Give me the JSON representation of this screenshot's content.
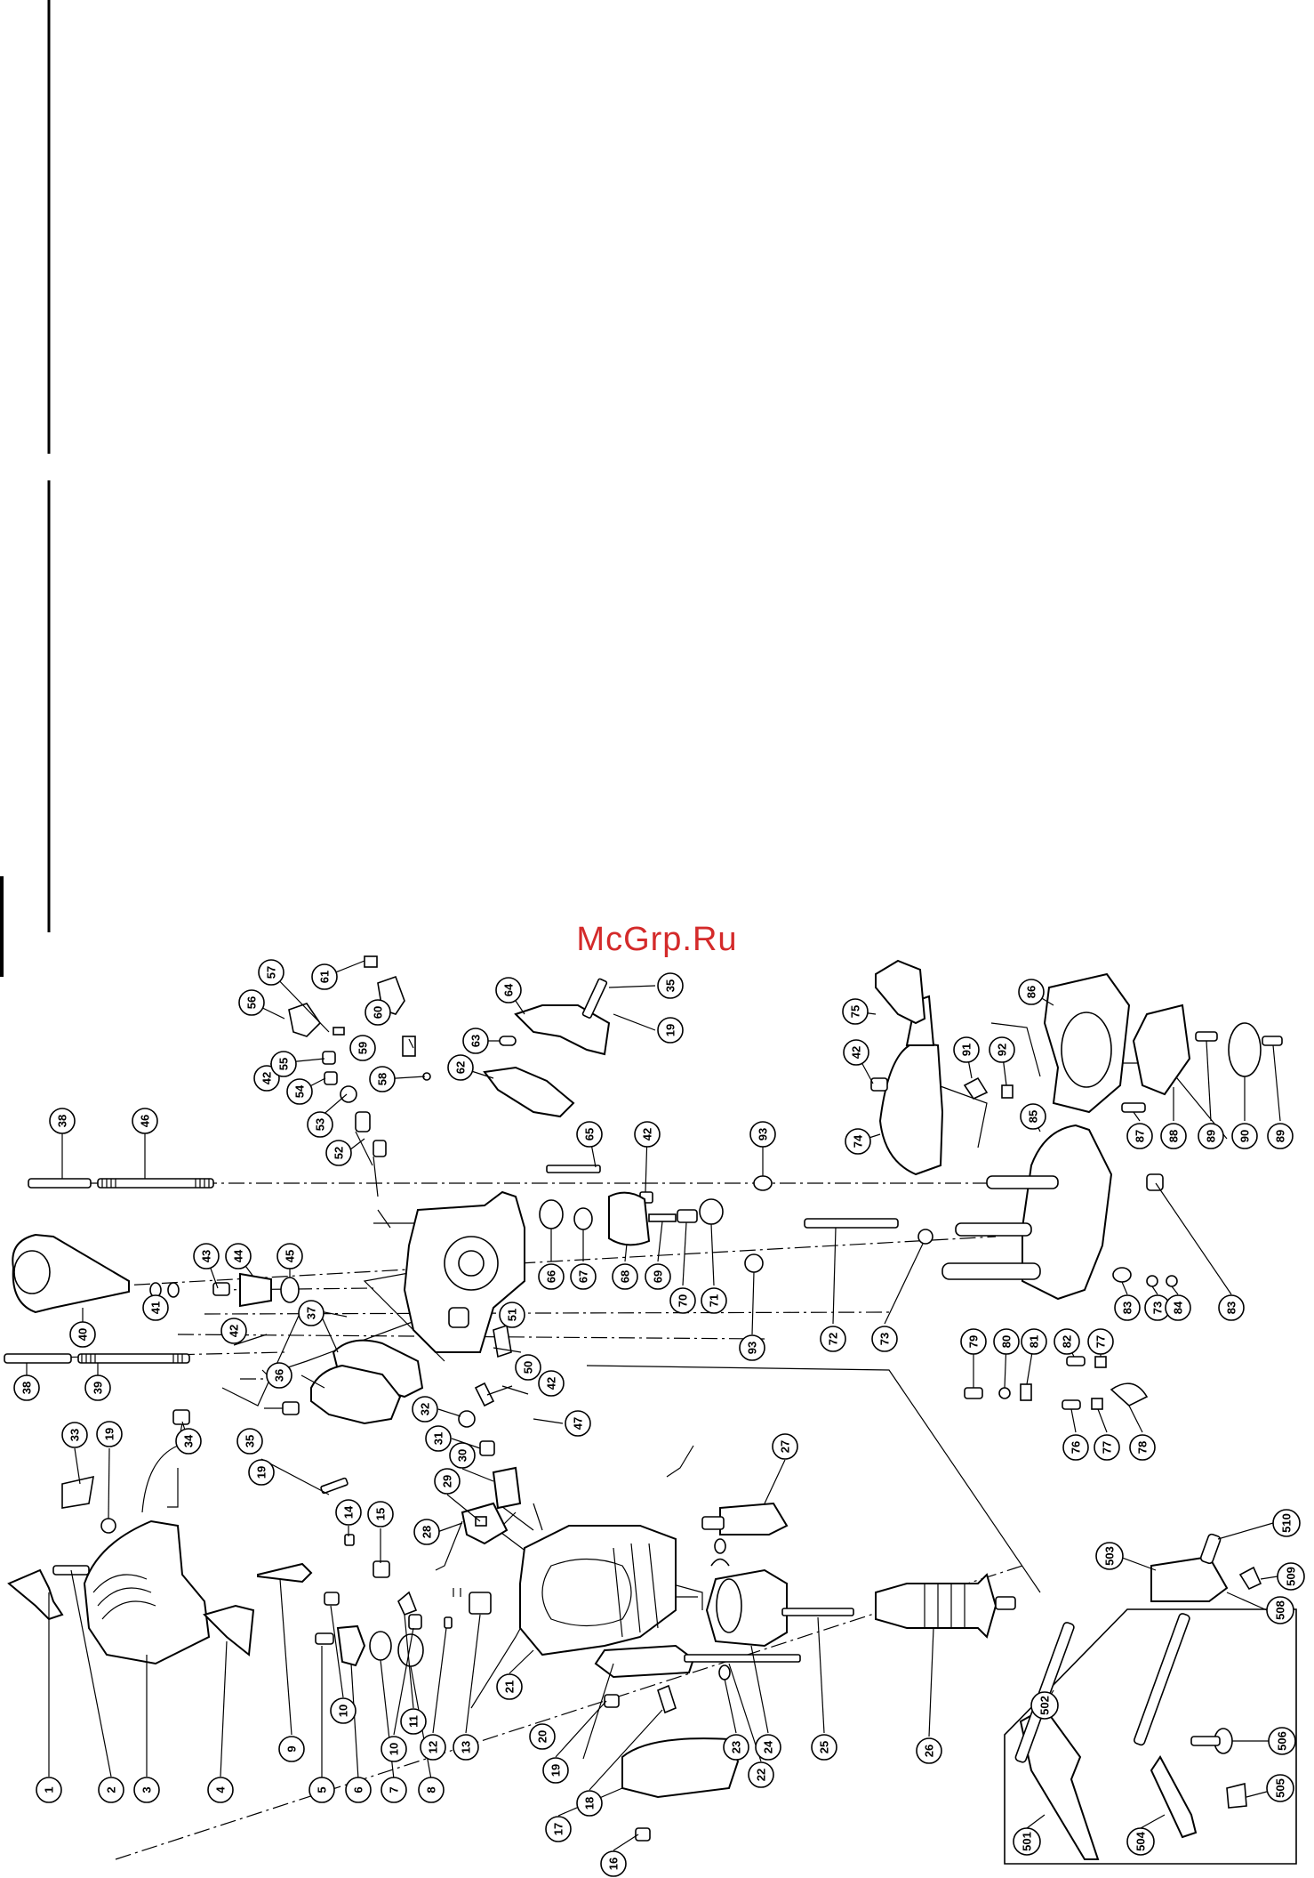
{
  "watermark": "McGrp.Ru",
  "callouts": [
    {
      "id": "1",
      "label": "1"
    },
    {
      "id": "2",
      "label": "2"
    },
    {
      "id": "3",
      "label": "3"
    },
    {
      "id": "4",
      "label": "4"
    },
    {
      "id": "5",
      "label": "5"
    },
    {
      "id": "6",
      "label": "6"
    },
    {
      "id": "7",
      "label": "7"
    },
    {
      "id": "8",
      "label": "8"
    },
    {
      "id": "9",
      "label": "9"
    },
    {
      "id": "10a",
      "label": "10"
    },
    {
      "id": "10b",
      "label": "10"
    },
    {
      "id": "11",
      "label": "11"
    },
    {
      "id": "12",
      "label": "12"
    },
    {
      "id": "13",
      "label": "13"
    },
    {
      "id": "14",
      "label": "14"
    },
    {
      "id": "15",
      "label": "15"
    },
    {
      "id": "16",
      "label": "16"
    },
    {
      "id": "17",
      "label": "17"
    },
    {
      "id": "18",
      "label": "18"
    },
    {
      "id": "19a",
      "label": "19"
    },
    {
      "id": "19b",
      "label": "19"
    },
    {
      "id": "19c",
      "label": "19"
    },
    {
      "id": "19d",
      "label": "19"
    },
    {
      "id": "20",
      "label": "20"
    },
    {
      "id": "21",
      "label": "21"
    },
    {
      "id": "22",
      "label": "22"
    },
    {
      "id": "23",
      "label": "23"
    },
    {
      "id": "24",
      "label": "24"
    },
    {
      "id": "25",
      "label": "25"
    },
    {
      "id": "26",
      "label": "26"
    },
    {
      "id": "27",
      "label": "27"
    },
    {
      "id": "28",
      "label": "28"
    },
    {
      "id": "29",
      "label": "29"
    },
    {
      "id": "30",
      "label": "30"
    },
    {
      "id": "31",
      "label": "31"
    },
    {
      "id": "32",
      "label": "32"
    },
    {
      "id": "33",
      "label": "33"
    },
    {
      "id": "34",
      "label": "34"
    },
    {
      "id": "35a",
      "label": "35"
    },
    {
      "id": "35b",
      "label": "35"
    },
    {
      "id": "36",
      "label": "36"
    },
    {
      "id": "37",
      "label": "37"
    },
    {
      "id": "38a",
      "label": "38"
    },
    {
      "id": "38b",
      "label": "38"
    },
    {
      "id": "39",
      "label": "39"
    },
    {
      "id": "40",
      "label": "40"
    },
    {
      "id": "41",
      "label": "41"
    },
    {
      "id": "42a",
      "label": "42"
    },
    {
      "id": "42b",
      "label": "42"
    },
    {
      "id": "42c",
      "label": "42"
    },
    {
      "id": "42d",
      "label": "42"
    },
    {
      "id": "42e",
      "label": "42"
    },
    {
      "id": "43",
      "label": "43"
    },
    {
      "id": "44",
      "label": "44"
    },
    {
      "id": "45",
      "label": "45"
    },
    {
      "id": "46",
      "label": "46"
    },
    {
      "id": "47",
      "label": "47"
    },
    {
      "id": "50",
      "label": "50"
    },
    {
      "id": "51",
      "label": "51"
    },
    {
      "id": "52",
      "label": "52"
    },
    {
      "id": "53",
      "label": "53"
    },
    {
      "id": "54",
      "label": "54"
    },
    {
      "id": "55",
      "label": "55"
    },
    {
      "id": "56",
      "label": "56"
    },
    {
      "id": "57",
      "label": "57"
    },
    {
      "id": "58",
      "label": "58"
    },
    {
      "id": "59",
      "label": "59"
    },
    {
      "id": "60",
      "label": "60"
    },
    {
      "id": "61",
      "label": "61"
    },
    {
      "id": "62",
      "label": "62"
    },
    {
      "id": "63",
      "label": "63"
    },
    {
      "id": "64",
      "label": "64"
    },
    {
      "id": "65",
      "label": "65"
    },
    {
      "id": "66",
      "label": "66"
    },
    {
      "id": "67",
      "label": "67"
    },
    {
      "id": "68",
      "label": "68"
    },
    {
      "id": "69",
      "label": "69"
    },
    {
      "id": "70",
      "label": "70"
    },
    {
      "id": "71",
      "label": "71"
    },
    {
      "id": "72",
      "label": "72"
    },
    {
      "id": "73a",
      "label": "73"
    },
    {
      "id": "73b",
      "label": "73"
    },
    {
      "id": "74",
      "label": "74"
    },
    {
      "id": "75",
      "label": "75"
    },
    {
      "id": "76",
      "label": "76"
    },
    {
      "id": "77a",
      "label": "77"
    },
    {
      "id": "77b",
      "label": "77"
    },
    {
      "id": "78",
      "label": "78"
    },
    {
      "id": "79",
      "label": "79"
    },
    {
      "id": "80",
      "label": "80"
    },
    {
      "id": "81",
      "label": "81"
    },
    {
      "id": "82",
      "label": "82"
    },
    {
      "id": "83a",
      "label": "83"
    },
    {
      "id": "83b",
      "label": "83"
    },
    {
      "id": "84",
      "label": "84"
    },
    {
      "id": "85",
      "label": "85"
    },
    {
      "id": "86",
      "label": "86"
    },
    {
      "id": "87",
      "label": "87"
    },
    {
      "id": "88",
      "label": "88"
    },
    {
      "id": "89a",
      "label": "89"
    },
    {
      "id": "89b",
      "label": "89"
    },
    {
      "id": "90",
      "label": "90"
    },
    {
      "id": "91",
      "label": "91"
    },
    {
      "id": "92",
      "label": "92"
    },
    {
      "id": "93a",
      "label": "93"
    },
    {
      "id": "93b",
      "label": "93"
    },
    {
      "id": "501",
      "label": "501"
    },
    {
      "id": "502",
      "label": "502"
    },
    {
      "id": "503",
      "label": "503"
    },
    {
      "id": "504",
      "label": "504"
    },
    {
      "id": "505",
      "label": "505"
    },
    {
      "id": "506",
      "label": "506"
    },
    {
      "id": "508",
      "label": "508"
    },
    {
      "id": "509",
      "label": "509"
    },
    {
      "id": "510",
      "label": "510"
    }
  ]
}
